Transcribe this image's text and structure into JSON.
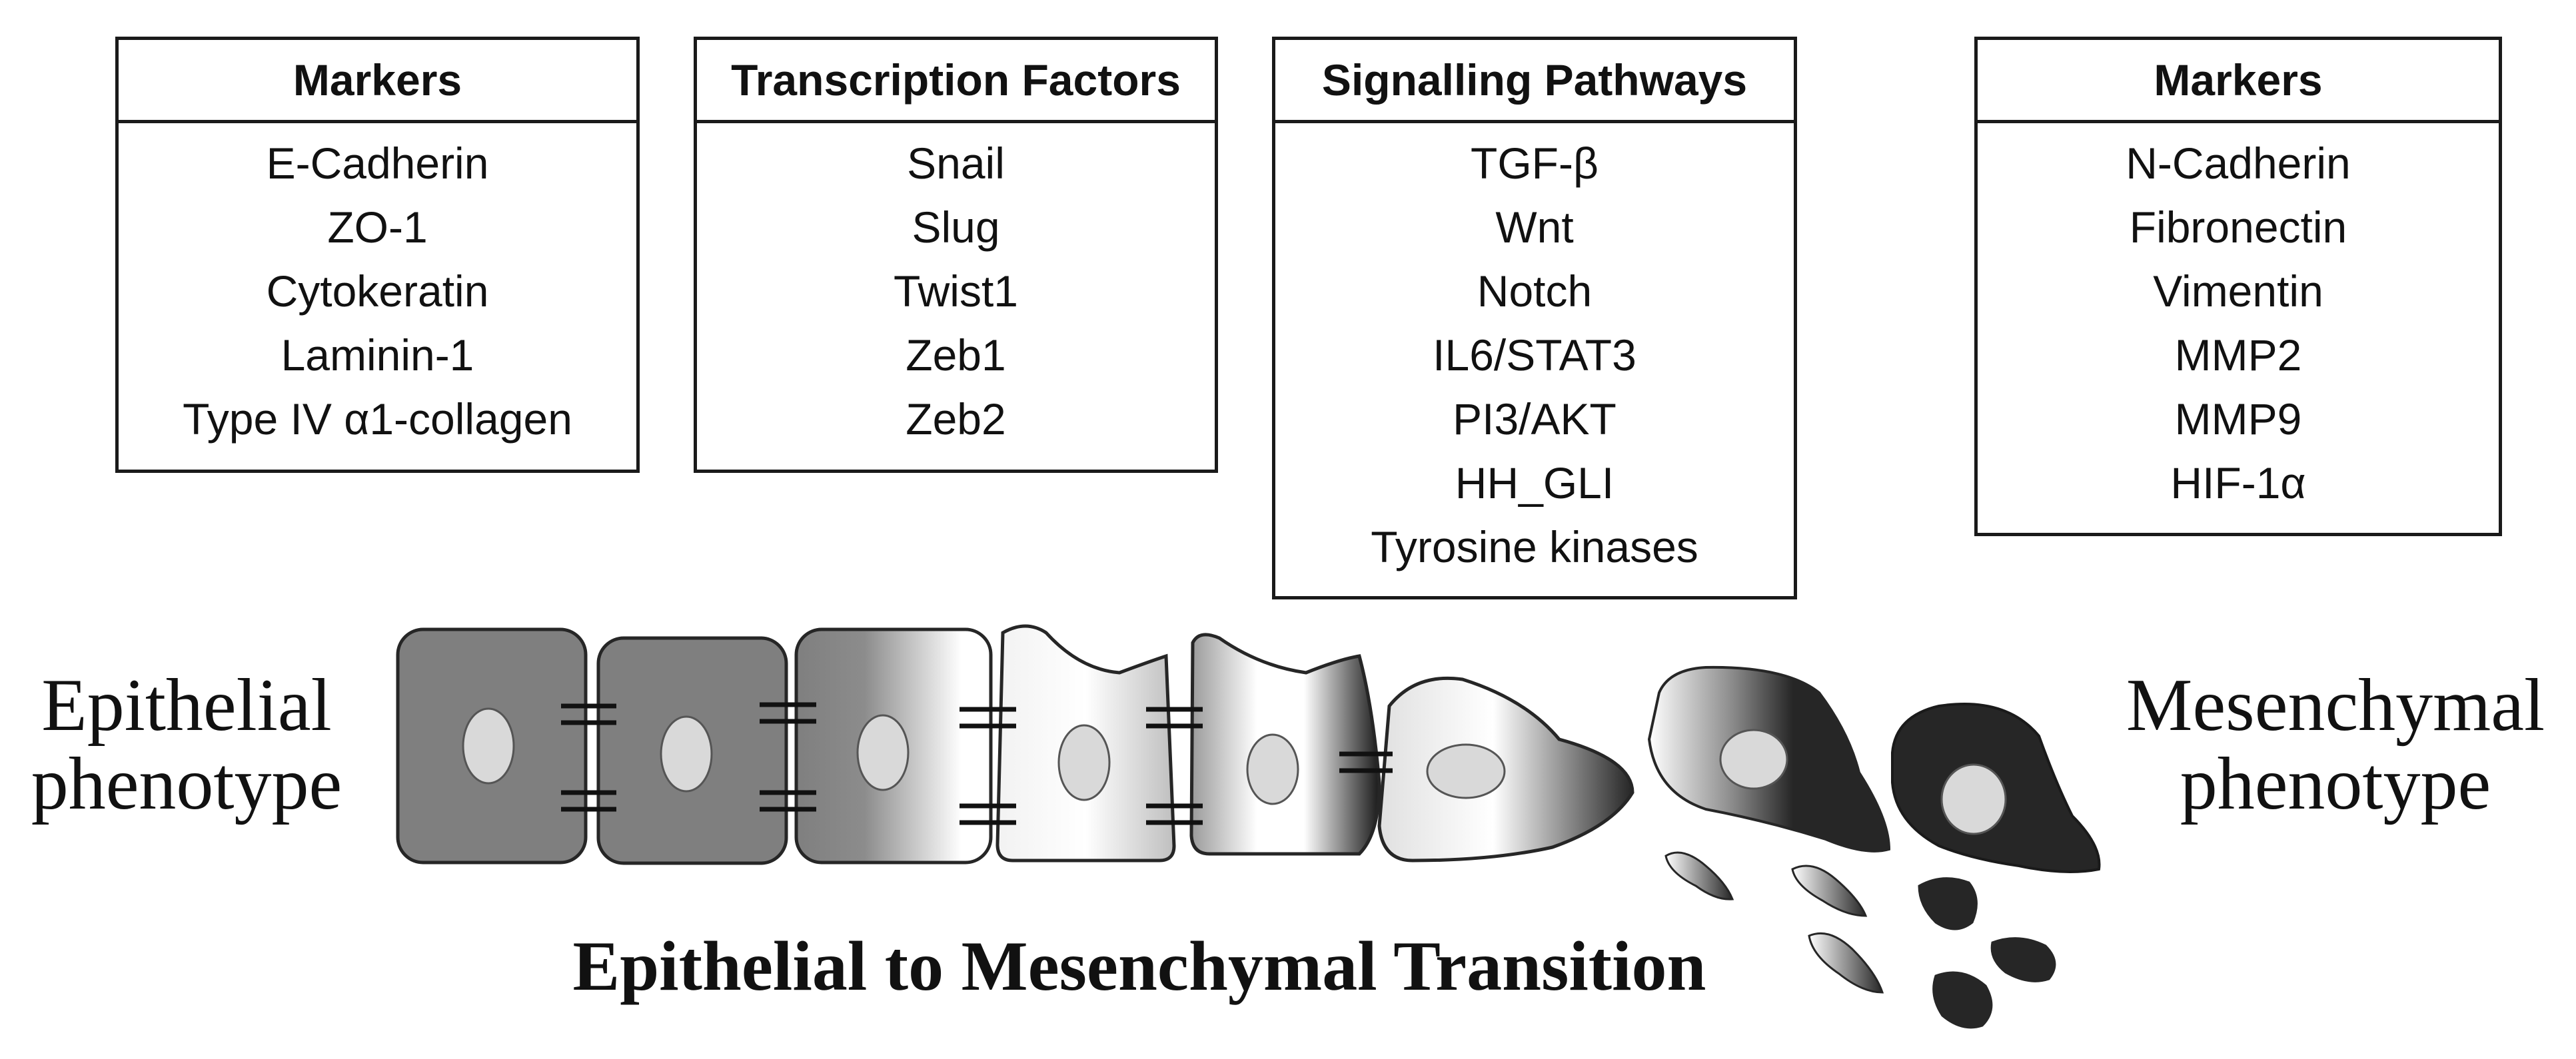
{
  "boxes": [
    {
      "header": "Markers",
      "items": [
        "E-Cadherin",
        "ZO-1",
        "Cytokeratin",
        "Laminin-1",
        "Type IV α1-collagen"
      ]
    },
    {
      "header": "Transcription Factors",
      "items": [
        "Snail",
        "Slug",
        "Twist1",
        "Zeb1",
        "Zeb2"
      ]
    },
    {
      "header": "Signalling Pathways",
      "items": [
        "TGF-β",
        "Wnt",
        "Notch",
        "IL6/STAT3",
        "PI3/AKT",
        "HH_GLI",
        "Tyrosine kinases"
      ]
    },
    {
      "header": "Markers",
      "items": [
        "N-Cadherin",
        "Fibronectin",
        "Vimentin",
        "MMP2",
        "MMP9",
        "HIF-1α"
      ]
    }
  ],
  "left_label": [
    "Epithelial",
    "phenotype"
  ],
  "right_label": [
    "Mesenchymal",
    "phenotype"
  ],
  "title": "Epithelial to Mesenchymal Transition",
  "colors": {
    "epithelial_fill": "#7f7f7f",
    "mesenchymal_fill": "#262626",
    "nucleus_fill": "#d9d9d9",
    "outline": "#262626"
  }
}
